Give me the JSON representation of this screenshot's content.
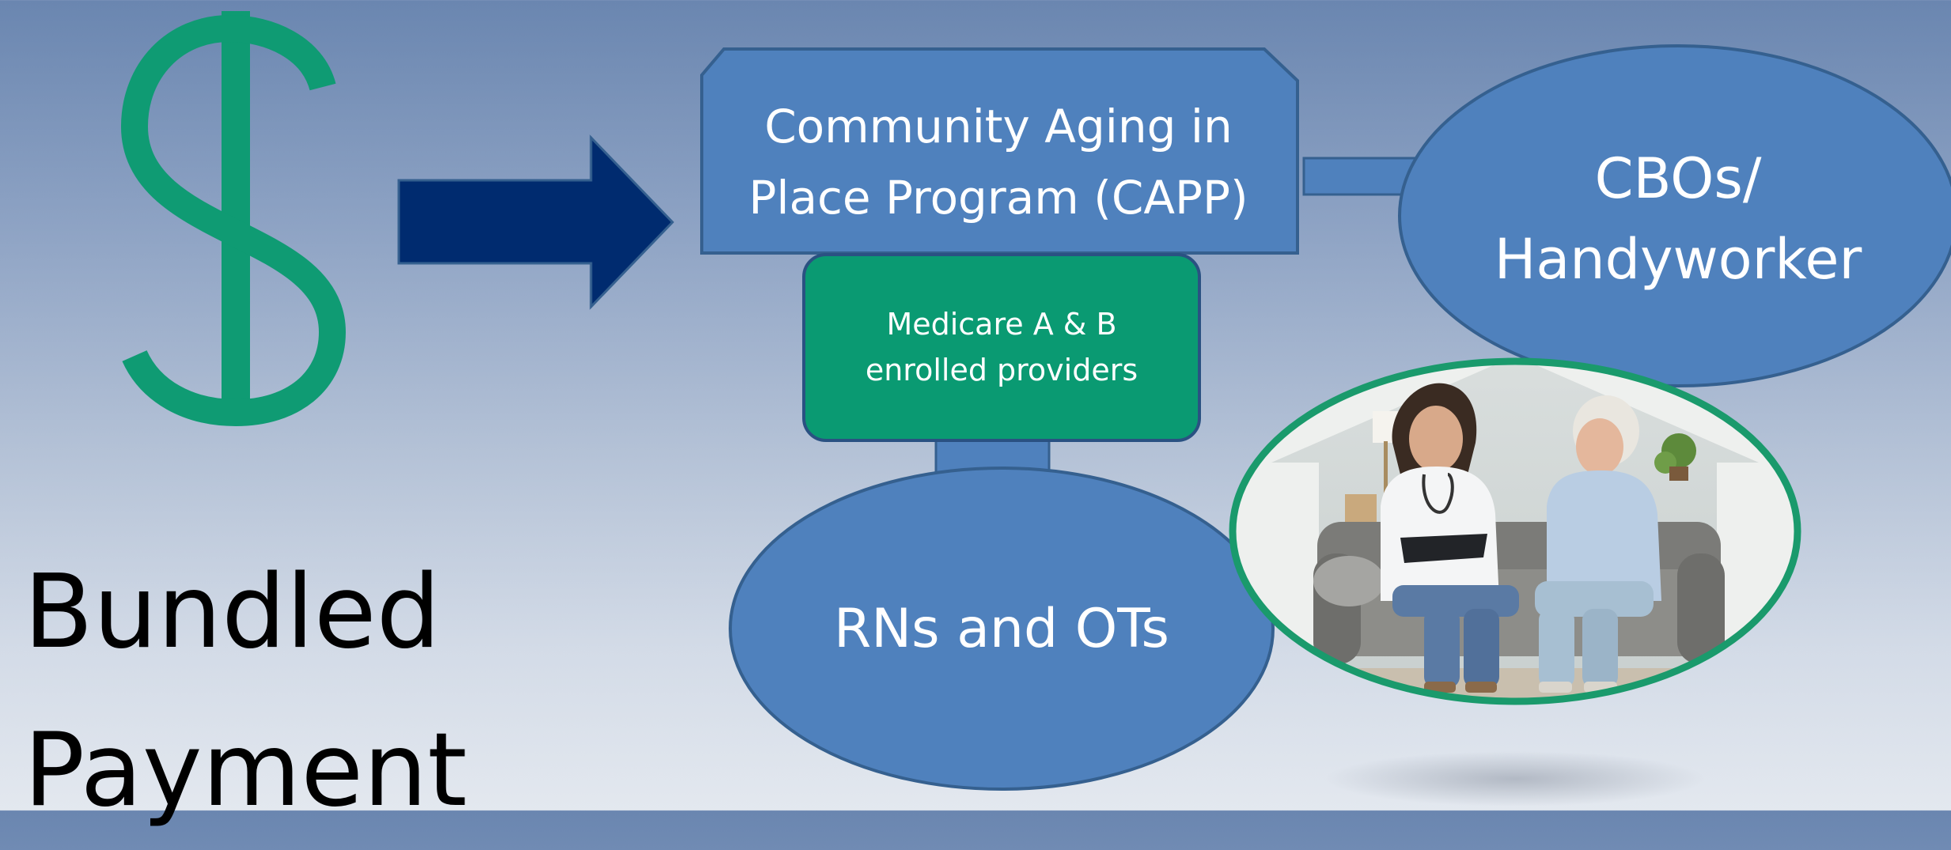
{
  "colors": {
    "dollar_green": "#0f9b73",
    "arrow_navy": "#002b6f",
    "box_blue": "#4f81bd",
    "box_border": "#35608f",
    "medicare_green": "#0a9a72",
    "medicare_border": "#2a5182",
    "photo_ring_green": "#1a9a6c"
  },
  "icons": {
    "dollar": "dollar-sign-icon",
    "arrow": "right-arrow-icon"
  },
  "capp_box": {
    "line1": "Community Aging in",
    "line2": "Place Program (CAPP)"
  },
  "cbos_oval": {
    "line1": "CBOs/",
    "line2": "Handyworker"
  },
  "medicare_box": {
    "line1": "Medicare A & B",
    "line2": "enrolled providers"
  },
  "rns_oval": {
    "label": "RNs and OTs"
  },
  "bundled_payment": {
    "line1": "Bundled",
    "line2": "Payment"
  }
}
